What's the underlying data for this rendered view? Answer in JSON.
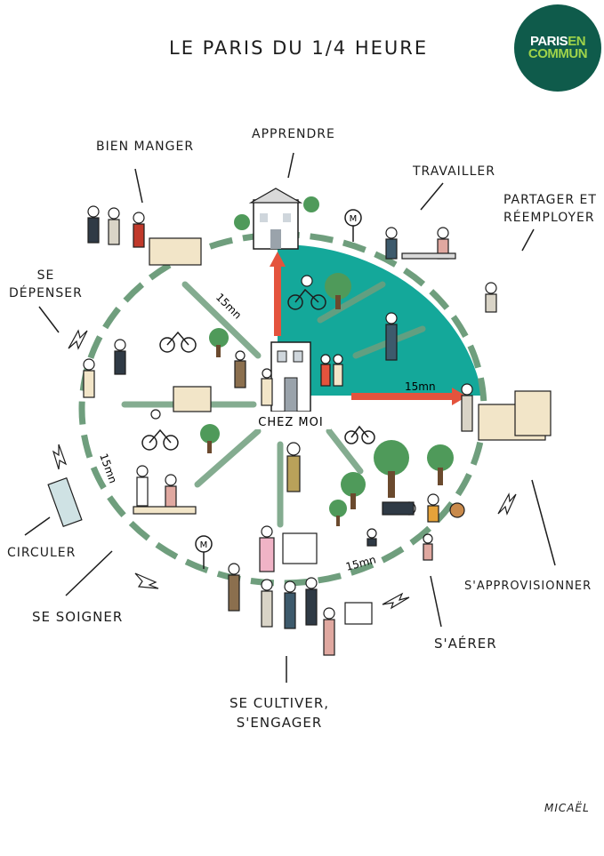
{
  "title": {
    "main": "LE PARIS DU",
    "fraction": "1/4",
    "end": "HEURE"
  },
  "badge": {
    "line1_a": "PARIS",
    "line1_b": "EN",
    "line2": "COMMUN",
    "bg_color": "#0f5b4b",
    "accent_color": "#9fd34a"
  },
  "center_label": "CHEZ MOI",
  "distance_labels": [
    "15mn",
    "15mn",
    "15mn",
    "15mn"
  ],
  "activities": [
    {
      "label": "BIEN MANGER"
    },
    {
      "label": "APPRENDRE"
    },
    {
      "label": "TRAVAILLER"
    },
    {
      "label": "PARTAGER ET\nRÉEMPLOYER"
    },
    {
      "label": "SE\nDÉPENSER"
    },
    {
      "label": "CIRCULER"
    },
    {
      "label": "SE SOIGNER"
    },
    {
      "label": "S'APPROVISIONNER"
    },
    {
      "label": "S'AÉRER"
    },
    {
      "label": "SE CULTIVER,\nS'ENGAGER"
    }
  ],
  "metro_icon_text": "M",
  "signature": "MICAËL",
  "colors": {
    "teal": "#14a89a",
    "path_green": "#6f9e7d",
    "arrow_red": "#e4533d",
    "ink": "#1d1d1d"
  }
}
